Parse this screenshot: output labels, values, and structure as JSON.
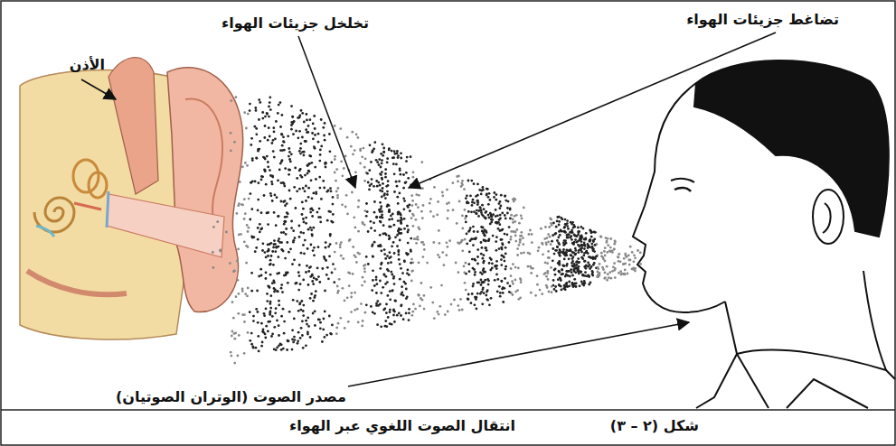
{
  "diagram": {
    "caption": "انتقال الصوت اللغوي عبر الهواء",
    "labels": [
      "تخلخل جزيئات الهواء",
      "تضاغط جزيئات الهواء",
      "الأذن",
      "مصدر الصوت (الوتران الصوتيان)",
      "شكل (٢ – ٣)"
    ]
  }
}
